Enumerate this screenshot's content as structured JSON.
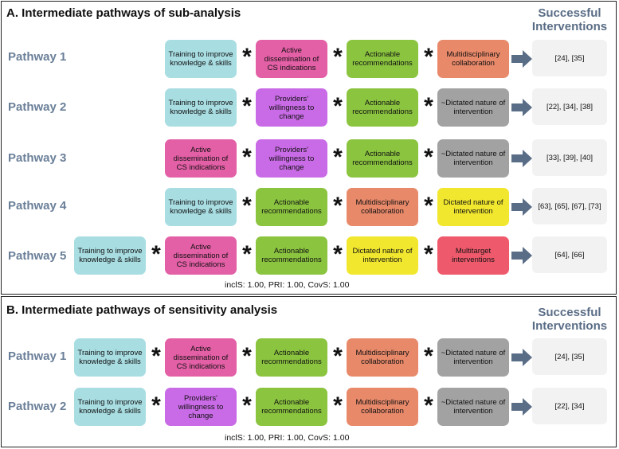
{
  "panelA": {
    "title": "A. Intermediate pathways of sub-analysis",
    "successful": "Successful Interventions",
    "stats": "inclS: 1.00, PRI: 1.00, CovS: 1.00",
    "pathways": [
      {
        "label": "Pathway 1",
        "conditions": [
          "Training to improve knowledge & skills",
          "Active dissemination of CS indications",
          "Actionable recommendations",
          "Multidisciplinary collaboration"
        ],
        "result": "[24], [35]"
      },
      {
        "label": "Pathway 2",
        "conditions": [
          "Training to improve knowledge & skills",
          "Providers' willingness to change",
          "Actionable recommendations",
          "~Dictated nature of intervention"
        ],
        "result": "[22], [34], [38]"
      },
      {
        "label": "Pathway 3",
        "conditions": [
          "Active dissemination of CS indications",
          "Providers' willingness to change",
          "Actionable recommendations",
          "~Dictated nature of intervention"
        ],
        "result": "[33], [39], [40]"
      },
      {
        "label": "Pathway 4",
        "conditions": [
          "Training to improve knowledge & skills",
          "Actionable recommendations",
          "Multidisciplinary collaboration",
          "Dictated nature of intervention"
        ],
        "result": "[63], [65], [67], [73]"
      },
      {
        "label": "Pathway 5",
        "conditions": [
          "Training to improve knowledge & skills",
          "Active dissemination of CS indications",
          "Actionable recommendations",
          "Dictated nature of intervention",
          "Multitarget interventions"
        ],
        "result": "[64], [66]"
      }
    ]
  },
  "panelB": {
    "title": "B. Intermediate pathways of sensitivity analysis",
    "successful": "Successful Interventions",
    "stats": "inclS: 1.00, PRI: 1.00, CovS: 1.00",
    "pathways": [
      {
        "label": "Pathway 1",
        "conditions": [
          "Training to improve knowledge & skills",
          "Active dissemination of CS indications",
          "Actionable recommendations",
          "Multidisciplinary collaboration",
          "~Dictated nature of intervention"
        ],
        "result": "[24], [35]"
      },
      {
        "label": "Pathway 2",
        "conditions": [
          "Training to improve knowledge & skills",
          "Providers' willingness to change",
          "Actionable recommendations",
          "Multidisciplinary collaboration",
          "~Dictated nature of intervention"
        ],
        "result": "[22], [34]"
      }
    ]
  },
  "operator": "*"
}
